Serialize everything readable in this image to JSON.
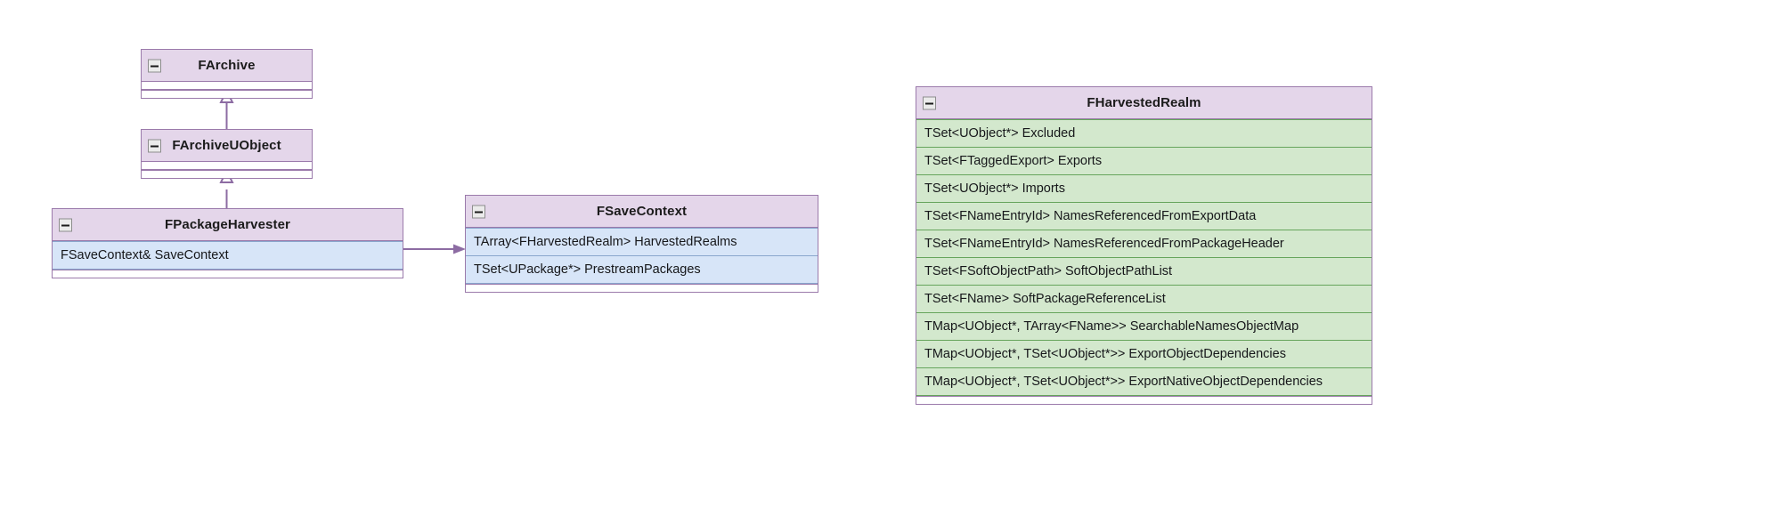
{
  "diagram": {
    "type": "uml-class-diagram",
    "background": "#ffffff",
    "colors": {
      "header_fill": "#e4d6ea",
      "header_border": "#9b7aab",
      "attribute_blue_fill": "#d7e5f8",
      "attribute_blue_border": "#89a6cd",
      "attribute_green_fill": "#d3e8cd",
      "attribute_green_border": "#66a55c",
      "connector": "#8d6ca3",
      "text": "#16171a"
    }
  },
  "classes": {
    "farchive": {
      "name": "FArchive",
      "collapse_icon": "collapse-minus-icon",
      "attributes": []
    },
    "farchiveuobject": {
      "name": "FArchiveUObject",
      "collapse_icon": "collapse-minus-icon",
      "attributes": []
    },
    "fpackageharvester": {
      "name": "FPackageHarvester",
      "collapse_icon": "collapse-minus-icon",
      "attributes": [
        "FSaveContext& SaveContext"
      ]
    },
    "fsavecontext": {
      "name": "FSaveContext",
      "collapse_icon": "collapse-minus-icon",
      "attributes": [
        "TArray<FHarvestedRealm> HarvestedRealms",
        "TSet<UPackage*> PrestreamPackages"
      ]
    },
    "fharvestedrealm": {
      "name": "FHarvestedRealm",
      "collapse_icon": "collapse-minus-icon",
      "attributes": [
        "TSet<UObject*> Excluded",
        "TSet<FTaggedExport> Exports",
        "TSet<UObject*> Imports",
        "TSet<FNameEntryId> NamesReferencedFromExportData",
        "TSet<FNameEntryId> NamesReferencedFromPackageHeader",
        "TSet<FSoftObjectPath> SoftObjectPathList",
        "TSet<FName> SoftPackageReferenceList",
        "TMap<UObject*, TArray<FName>> SearchableNamesObjectMap",
        "TMap<UObject*, TSet<UObject*>> ExportObjectDependencies",
        "TMap<UObject*, TSet<UObject*>> ExportNativeObjectDependencies"
      ]
    }
  },
  "relationships": [
    {
      "id": "inherit-farchiveuobject-farchive",
      "from": "FArchiveUObject",
      "to": "FArchive",
      "kind": "generalization",
      "marker": "hollow-triangle"
    },
    {
      "id": "inherit-fpackageharvester-farchiveuobject",
      "from": "FPackageHarvester",
      "to": "FArchiveUObject",
      "kind": "generalization",
      "marker": "hollow-triangle"
    },
    {
      "id": "assoc-fpackageharvester-fsavecontext",
      "from": "FPackageHarvester",
      "to": "FSaveContext",
      "kind": "association",
      "marker": "open-arrow"
    },
    {
      "id": "aggregation-fsavecontext-fharvestedrealm",
      "from": "FHarvestedRealm",
      "to": "FSaveContext",
      "kind": "aggregation",
      "marker": "filled-diamond"
    }
  ]
}
